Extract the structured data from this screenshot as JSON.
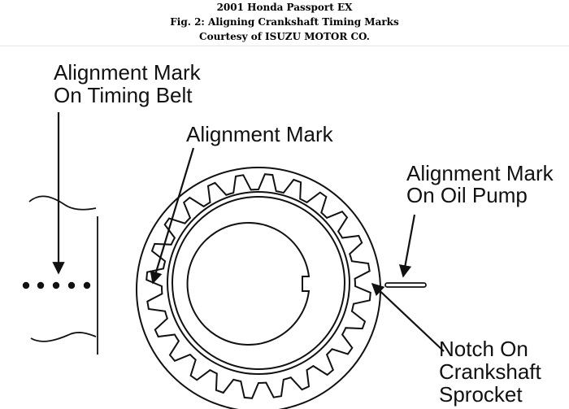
{
  "header": {
    "line1": "2001 Honda Passport EX",
    "line2": "Fig. 2: Aligning Crankshaft Timing Marks",
    "line3": "Courtesy of ISUZU MOTOR CO."
  },
  "diagram": {
    "labels": {
      "belt_mark_1": "Alignment Mark",
      "belt_mark_2": "On Timing Belt",
      "sprocket_mark": "Alignment Mark",
      "pump_mark_1": "Alignment Mark",
      "pump_mark_2": "On Oil Pump",
      "notch_1": "Notch On",
      "notch_2": "Crankshaft",
      "notch_3": "Sprocket"
    }
  }
}
